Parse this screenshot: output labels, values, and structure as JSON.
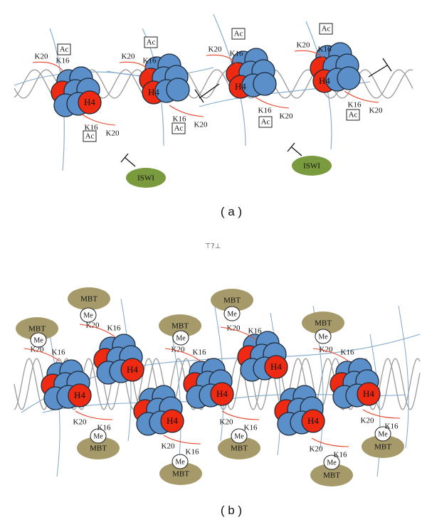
{
  "panel_a": {
    "caption": "( a )",
    "histone_label": "H4",
    "residues": [
      "K16",
      "K20"
    ],
    "mark": "Ac",
    "remodeler": "ISWI"
  },
  "panel_b": {
    "caption": "( b )",
    "histone_label": "H4",
    "residues": [
      "K16",
      "K20"
    ],
    "mark": "Me",
    "reader": "MBT"
  },
  "arrow_glyph": "⊤?⊥",
  "colors": {
    "histone_blue": "#5b8fc9",
    "histone_red": "#ee2b12",
    "dna": "#9a9a9a",
    "linker": "#7fa8cc",
    "tail": "#e8452a",
    "iswi": "#7a9a3e",
    "mbt": "#a69a6a"
  }
}
